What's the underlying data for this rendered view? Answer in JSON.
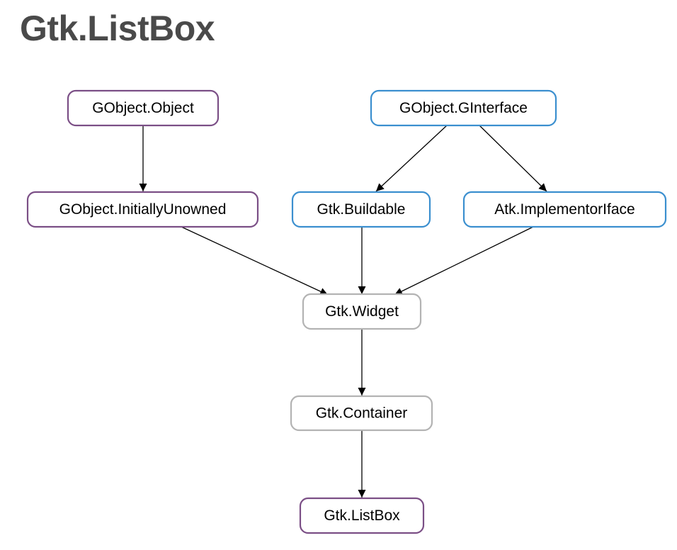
{
  "title": "Gtk.ListBox",
  "colors": {
    "class": "#7b4f86",
    "interface": "#3b8fcf",
    "parent_class": "#b3b3b3"
  },
  "nodes": {
    "gobject_object": {
      "label": "GObject.Object",
      "kind": "class"
    },
    "gobject_ginterface": {
      "label": "GObject.GInterface",
      "kind": "interface"
    },
    "gobject_initially_unowned": {
      "label": "GObject.InitiallyUnowned",
      "kind": "class"
    },
    "gtk_buildable": {
      "label": "Gtk.Buildable",
      "kind": "interface"
    },
    "atk_implementor_iface": {
      "label": "Atk.ImplementorIface",
      "kind": "interface"
    },
    "gtk_widget": {
      "label": "Gtk.Widget",
      "kind": "parent_class"
    },
    "gtk_container": {
      "label": "Gtk.Container",
      "kind": "parent_class"
    },
    "gtk_listbox": {
      "label": "Gtk.ListBox",
      "kind": "class"
    }
  },
  "edges": [
    {
      "from": "GObject.Object",
      "to": "GObject.InitiallyUnowned"
    },
    {
      "from": "GObject.GInterface",
      "to": "Gtk.Buildable"
    },
    {
      "from": "GObject.GInterface",
      "to": "Atk.ImplementorIface"
    },
    {
      "from": "GObject.InitiallyUnowned",
      "to": "Gtk.Widget"
    },
    {
      "from": "Gtk.Buildable",
      "to": "Gtk.Widget"
    },
    {
      "from": "Atk.ImplementorIface",
      "to": "Gtk.Widget"
    },
    {
      "from": "Gtk.Widget",
      "to": "Gtk.Container"
    },
    {
      "from": "Gtk.Container",
      "to": "Gtk.ListBox"
    }
  ]
}
